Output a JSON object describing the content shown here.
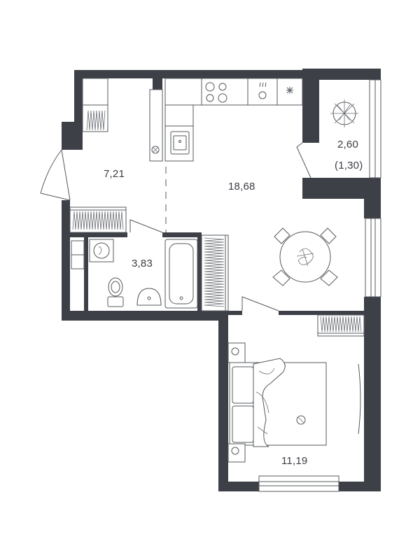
{
  "floor_plan": {
    "rooms": [
      {
        "id": "hall",
        "area": "7,21"
      },
      {
        "id": "kitchen-living",
        "area": "18,68"
      },
      {
        "id": "bathroom",
        "area": "3,83"
      },
      {
        "id": "balcony",
        "area": "2,60",
        "reduced_area": "(1,30)"
      },
      {
        "id": "bedroom",
        "area": "11,19"
      }
    ],
    "colors": {
      "wall": "#3d4047",
      "line": "#55585e",
      "background": "#ffffff"
    }
  }
}
